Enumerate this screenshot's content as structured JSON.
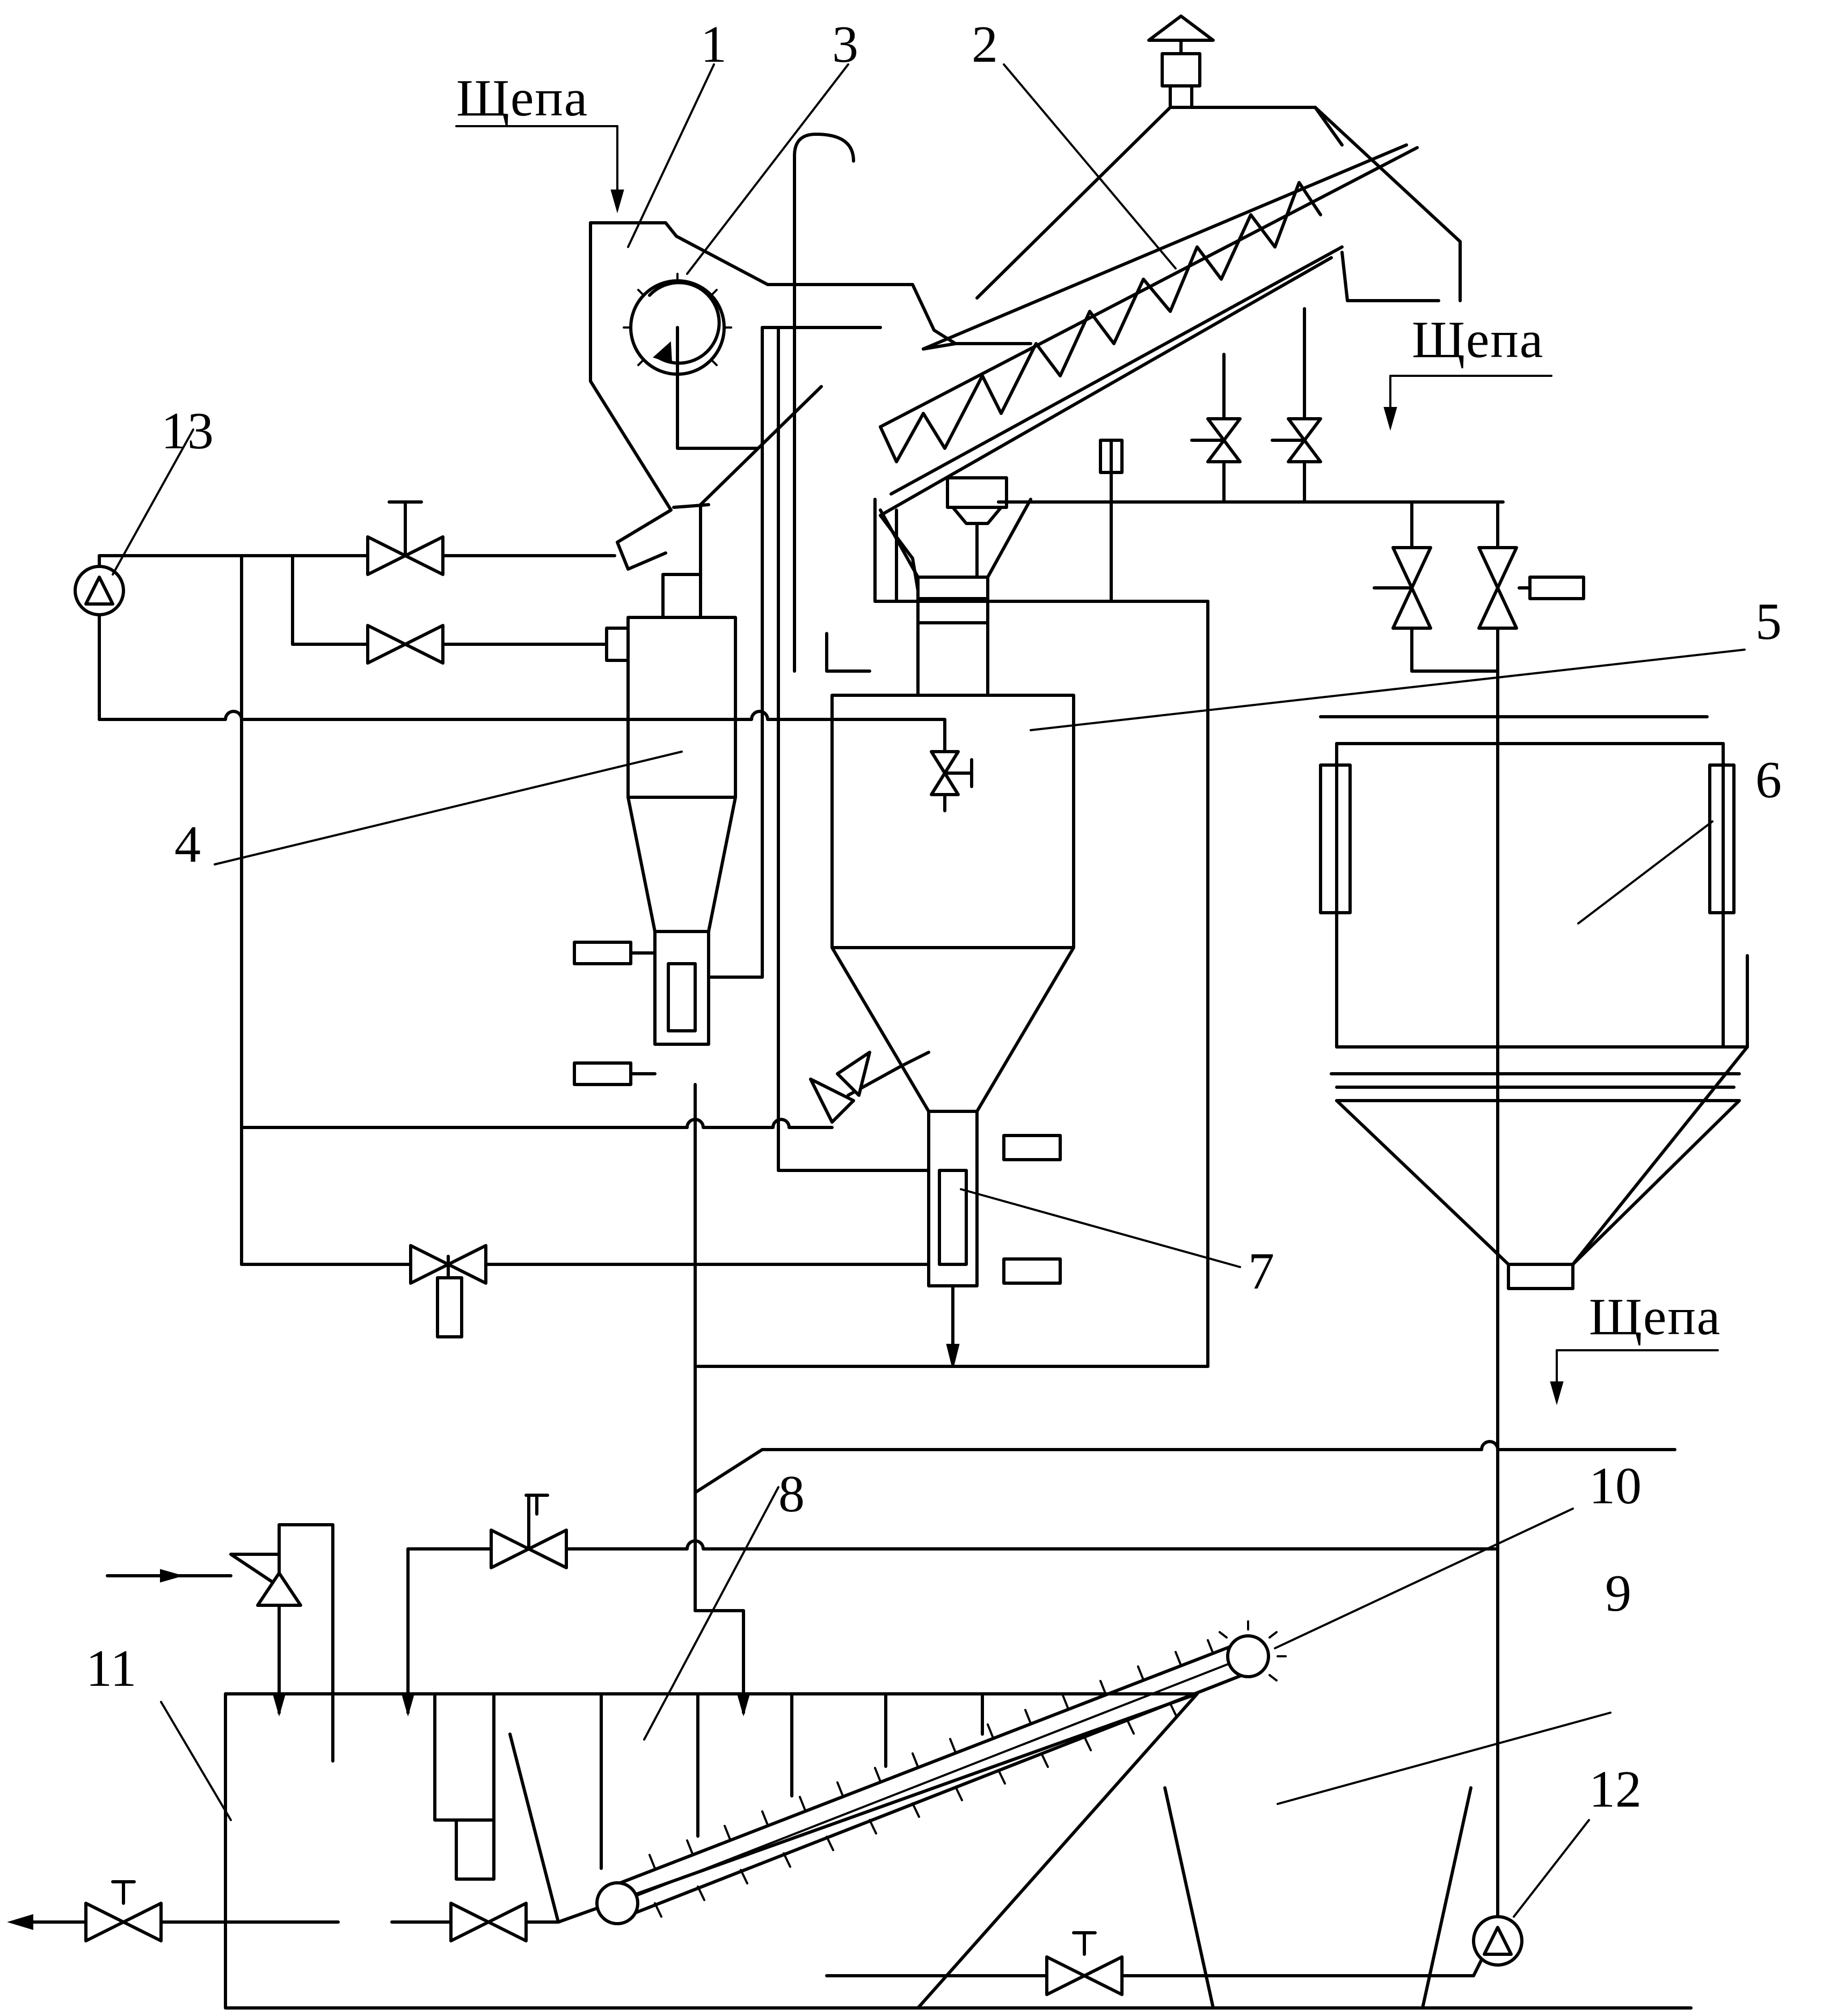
{
  "labels": {
    "chip": "Щепа",
    "n1": "1",
    "n2": "2",
    "n3": "3",
    "n4": "4",
    "n5": "5",
    "n6": "6",
    "n7": "7",
    "n8": "8",
    "n9": "9",
    "n10": "10",
    "n11": "11",
    "n12": "12",
    "n13": "13"
  },
  "colors": {
    "line": "#000000",
    "background": "#ffffff"
  }
}
